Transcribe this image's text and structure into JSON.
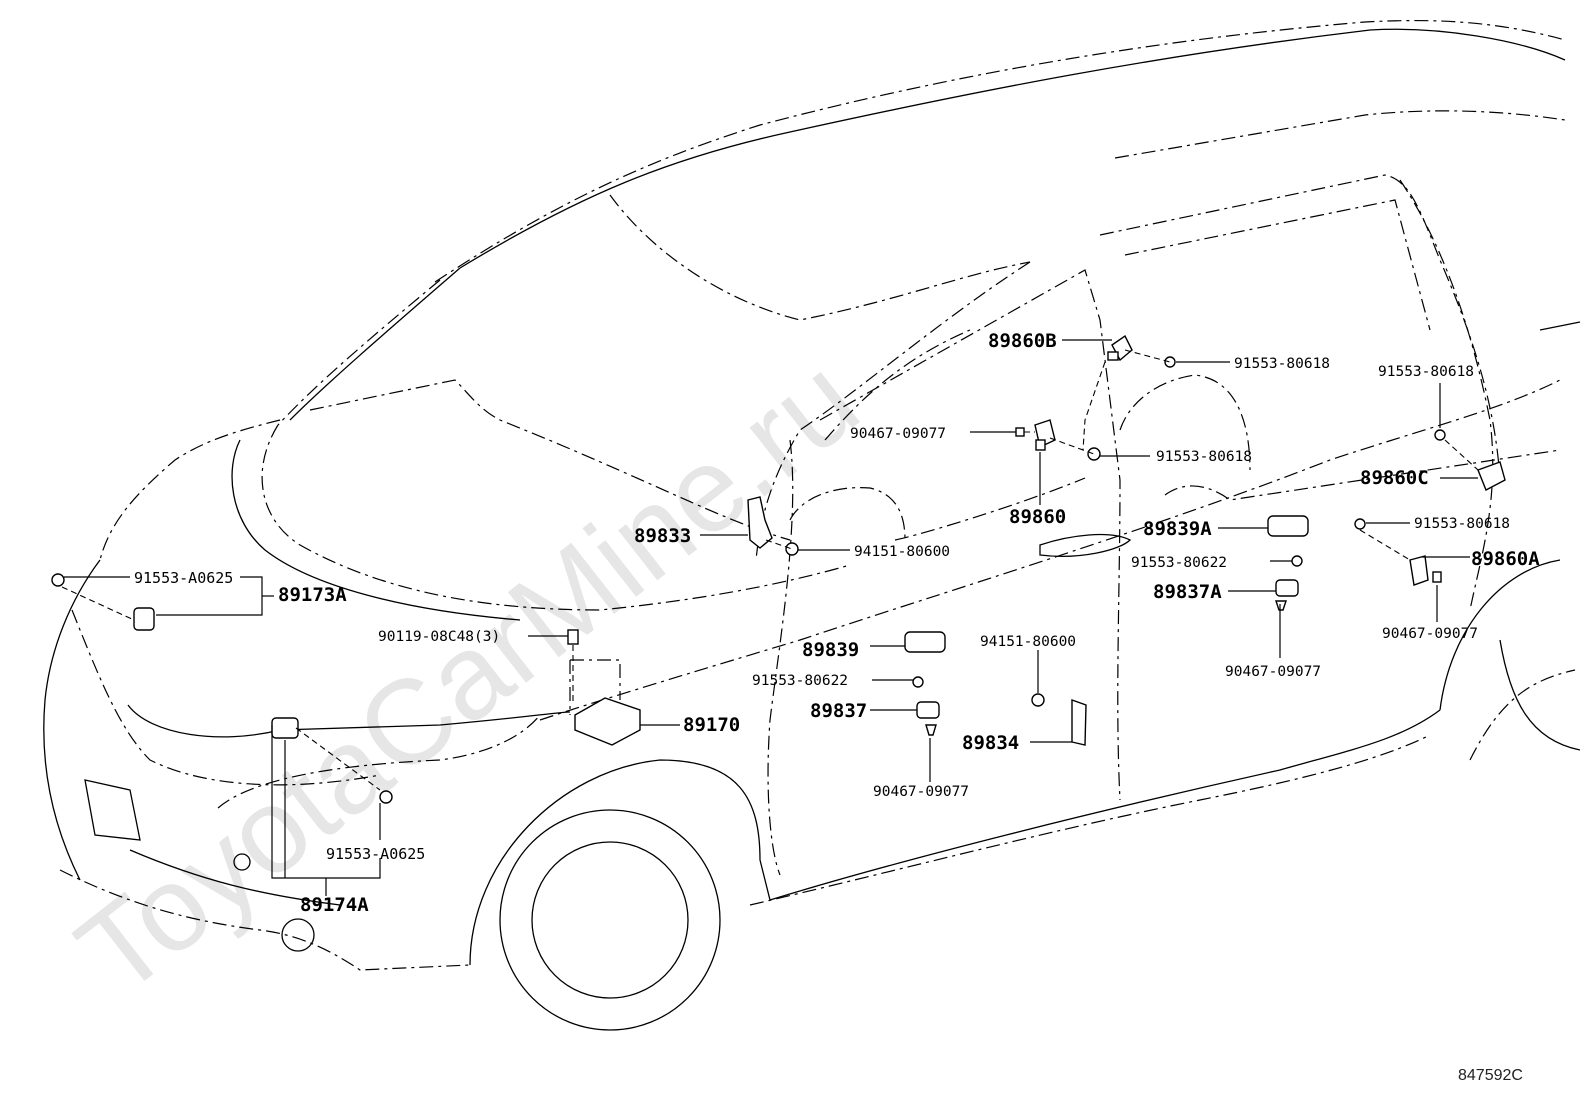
{
  "watermark": "ToyotaCarMine.ru",
  "figure_ref": "847592C",
  "labels": {
    "p89860B": "89860B",
    "p91553_80618_a": "91553-80618",
    "p91553_80618_b": "91553-80618",
    "p91553_80618_c": "91553-80618",
    "p91553_80618_d": "91553-80618",
    "p90467_09077_a": "90467-09077",
    "p90467_09077_b": "90467-09077",
    "p90467_09077_c": "90467-09077",
    "p90467_09077_d": "90467-09077",
    "p89860C": "89860C",
    "p89860": "89860",
    "p89839A": "89839A",
    "p89833": "89833",
    "p94151_80600_a": "94151-80600",
    "p94151_80600_b": "94151-80600",
    "p91553_80622_a": "91553-80622",
    "p91553_80622_b": "91553-80622",
    "p89837A": "89837A",
    "p89860A": "89860A",
    "p91553_A0625_a": "91553-A0625",
    "p91553_A0625_b": "91553-A0625",
    "p89173A": "89173A",
    "p90119_08C48": "90119-08C48(3)",
    "p89839": "89839",
    "p89170": "89170",
    "p89837": "89837",
    "p89834": "89834",
    "p89174A": "89174A"
  }
}
